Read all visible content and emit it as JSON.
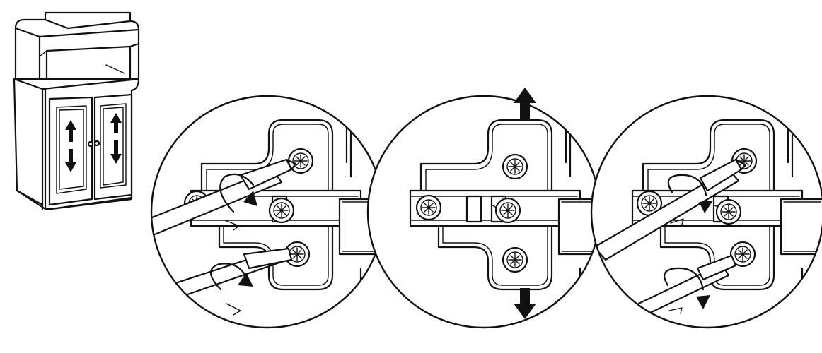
{
  "figure": {
    "panels": [
      {
        "id": "cabinet-overview",
        "icon": "cabinet-icon",
        "arrows": "vertical-double-arrow"
      },
      {
        "id": "loosen-screws",
        "icon": "screwdriver-icon",
        "action": "counterclockwise-rotation"
      },
      {
        "id": "adjust-height",
        "icon": "hinge-icon",
        "arrows": "up-down-arrow"
      },
      {
        "id": "tighten-screws",
        "icon": "screwdriver-icon",
        "action": "clockwise-rotation"
      }
    ],
    "colors": {
      "line": "#111111",
      "background": "#ffffff"
    }
  }
}
